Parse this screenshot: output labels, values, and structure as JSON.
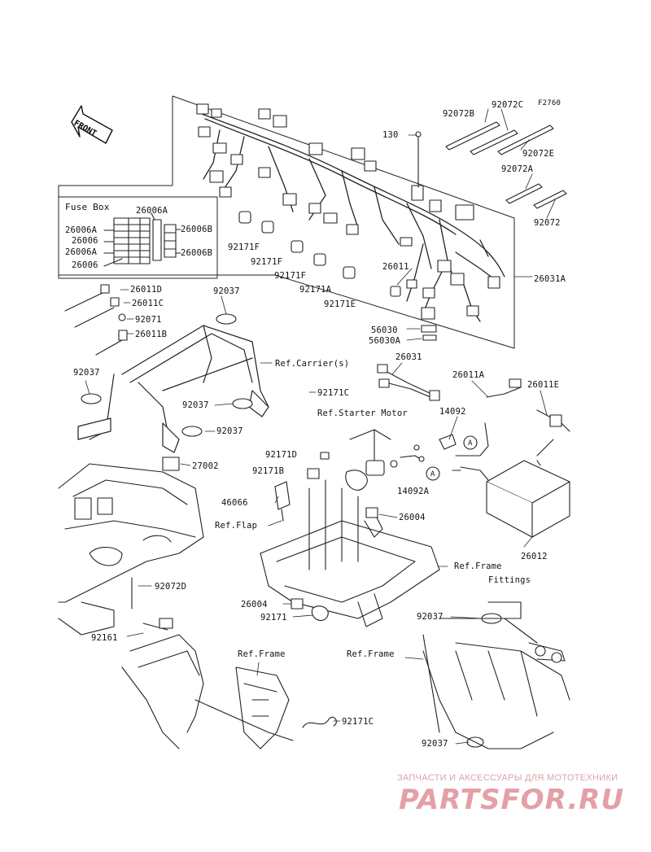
{
  "figure_code": "F2760",
  "front_label": "FRONT",
  "fuse_box": {
    "title": "Fuse Box",
    "labels": [
      "26006A",
      "26006A",
      "26006",
      "26006A",
      "26006",
      "26006B",
      "26006B"
    ]
  },
  "parts": [
    "92072B",
    "92072C",
    "130",
    "92072E",
    "92072A",
    "92072",
    "26031A",
    "26011",
    "56030",
    "56030A",
    "92171F",
    "92171F",
    "92171F",
    "92171A",
    "92171E",
    "26011D",
    "26011C",
    "92071",
    "26011B",
    "92037",
    "92037",
    "92037",
    "92037",
    "92037",
    "92037",
    "26031",
    "26011A",
    "26011E",
    "14092",
    "14092A",
    "26012",
    "92171C",
    "92171D",
    "92171B",
    "27002",
    "46066",
    "26004",
    "26004",
    "92171",
    "92072D",
    "92161",
    "92171C"
  ],
  "refs": {
    "carrier": "Ref.Carrier(s)",
    "starter_motor": "Ref.Starter Motor",
    "flap": "Ref.Flap",
    "frame_fittings_1": "Ref.Frame",
    "frame_fittings_2": "Fittings",
    "frame_left": "Ref.Frame",
    "frame_right": "Ref.Frame"
  },
  "callout_letter": "A",
  "watermark": {
    "caption": "ЗАПЧАСТИ И АКСЕССУАРЫ ДЛЯ МОТОТЕХНИКИ",
    "logo": "PARTSFOR.RU",
    "color": "#e3a0a6"
  }
}
